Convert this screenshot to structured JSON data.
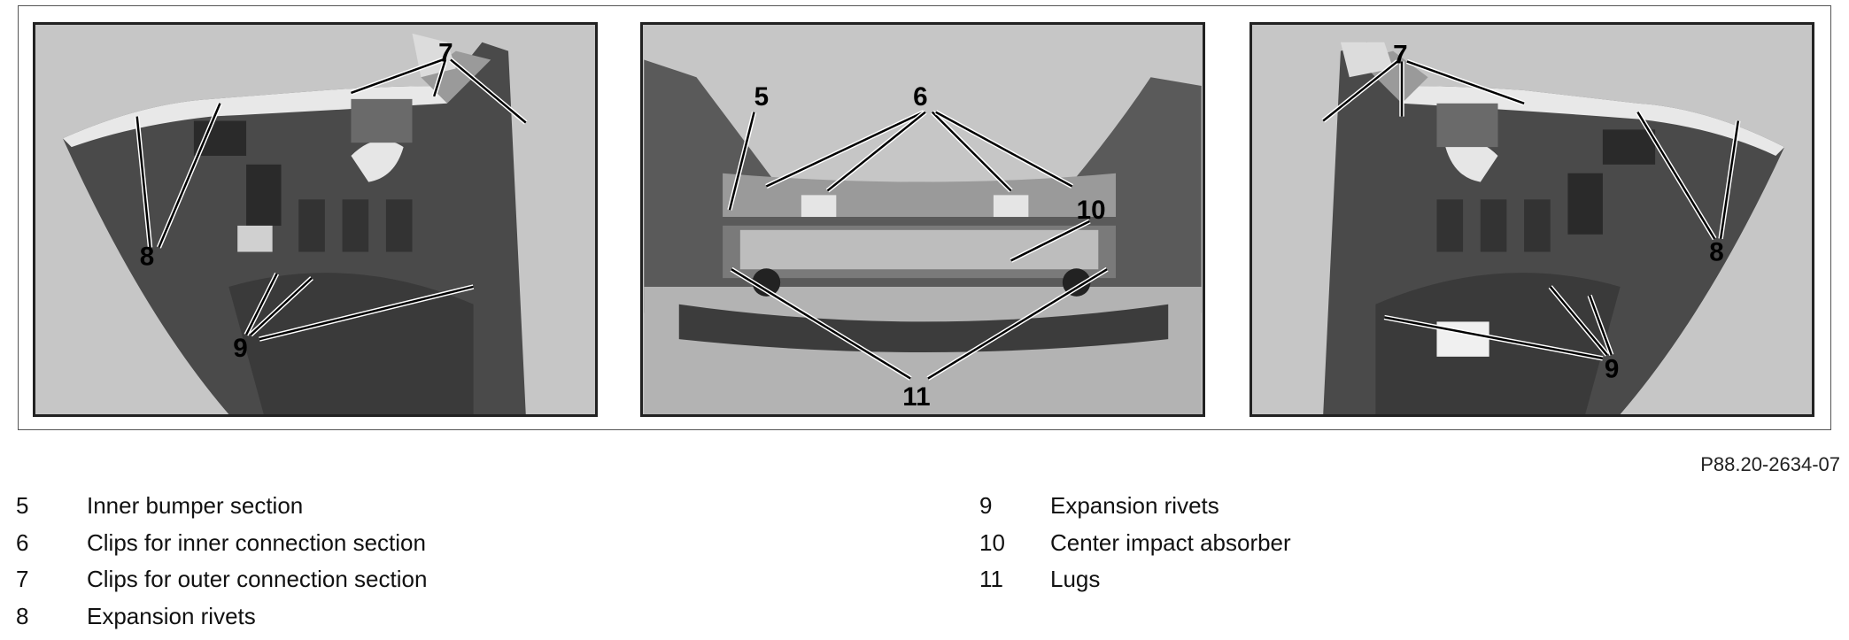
{
  "figure": {
    "code": "P88.20-2634-07",
    "panels": [
      {
        "callouts": [
          "7",
          "8",
          "9"
        ]
      },
      {
        "callouts": [
          "5",
          "6",
          "10",
          "11"
        ]
      },
      {
        "callouts": [
          "7",
          "8",
          "9"
        ]
      }
    ]
  },
  "legend": {
    "left": [
      {
        "num": "5",
        "text": "Inner bumper section"
      },
      {
        "num": "6",
        "text": "Clips for inner connection section"
      },
      {
        "num": "7",
        "text": "Clips for outer connection section"
      },
      {
        "num": "8",
        "text": "Expansion rivets"
      }
    ],
    "right": [
      {
        "num": "9",
        "text": "Expansion rivets"
      },
      {
        "num": "10",
        "text": "Center impact absorber"
      },
      {
        "num": "11",
        "text": "Lugs"
      }
    ]
  }
}
